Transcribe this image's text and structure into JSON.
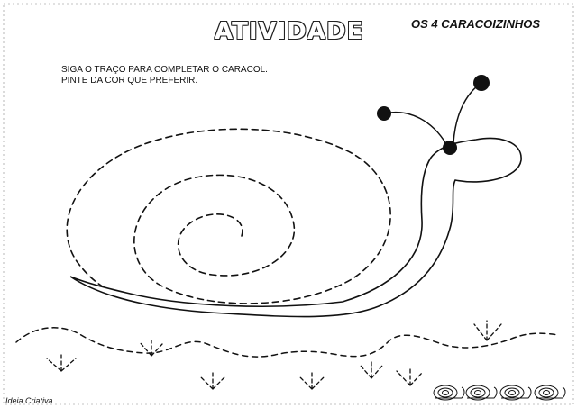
{
  "header": {
    "title": "ATIVIDADE",
    "subtitle": "OS 4 CARACOIZINHOS"
  },
  "instructions": {
    "line1": "SIGA O TRAÇO PARA COMPLETAR O CARACOL.",
    "line2": "PINTE DA COR QUE PREFERIR."
  },
  "footer": {
    "credit": "Ideia Criativa"
  },
  "illustration": {
    "subject": "snail",
    "decor_icon": "small-snail-icon",
    "decor_count": 4
  },
  "colors": {
    "ink": "#111111",
    "paper": "#ffffff"
  }
}
